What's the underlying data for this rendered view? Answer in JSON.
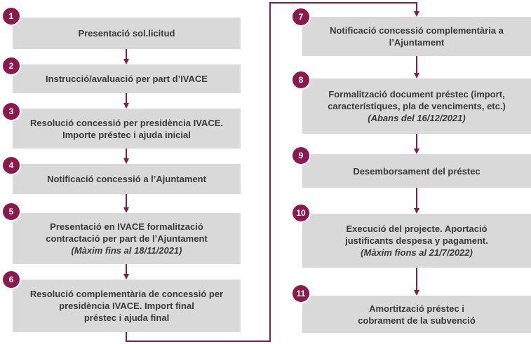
{
  "accent_color": "#8b1a4b",
  "box_color": "#d9d9d9",
  "steps": [
    {
      "num": "1",
      "lines": [
        "Presentació sol.licitud"
      ],
      "note": ""
    },
    {
      "num": "2",
      "lines": [
        "Instrucció/avaluació per part d’IVACE"
      ],
      "note": ""
    },
    {
      "num": "3",
      "lines": [
        "Resolució concessió per presidència IVACE.",
        "Importe préstec i ajuda inicial"
      ],
      "note": ""
    },
    {
      "num": "4",
      "lines": [
        "Notificació concessió a l’Ajuntament"
      ],
      "note": ""
    },
    {
      "num": "5",
      "lines": [
        "Presentació en IVACE formalització",
        "contractació per part de l’Ajuntament"
      ],
      "note": "(Màxim fins al 18/11/2021)"
    },
    {
      "num": "6",
      "lines": [
        "Resolució complementària de concessió per",
        "presidència IVACE. Import final",
        "préstec i ajuda final"
      ],
      "note": ""
    },
    {
      "num": "7",
      "lines": [
        "Notificació concessió complementària a",
        "l’Ajuntament"
      ],
      "note": ""
    },
    {
      "num": "8",
      "lines": [
        "Formalització document préstec (import,",
        "característiques, pla de venciments, etc.)"
      ],
      "note": "(Abans del 16/12/2021)"
    },
    {
      "num": "9",
      "lines": [
        "Desemborsament del préstec"
      ],
      "note": ""
    },
    {
      "num": "10",
      "lines": [
        "Execució del projecte. Aportació",
        "justificants despesa y pagament."
      ],
      "note": "(Màxim fions al 21/7/2022)"
    },
    {
      "num": "11",
      "lines": [
        "Amortització préstec i",
        "cobrament de la subvenció"
      ],
      "note": ""
    }
  ]
}
